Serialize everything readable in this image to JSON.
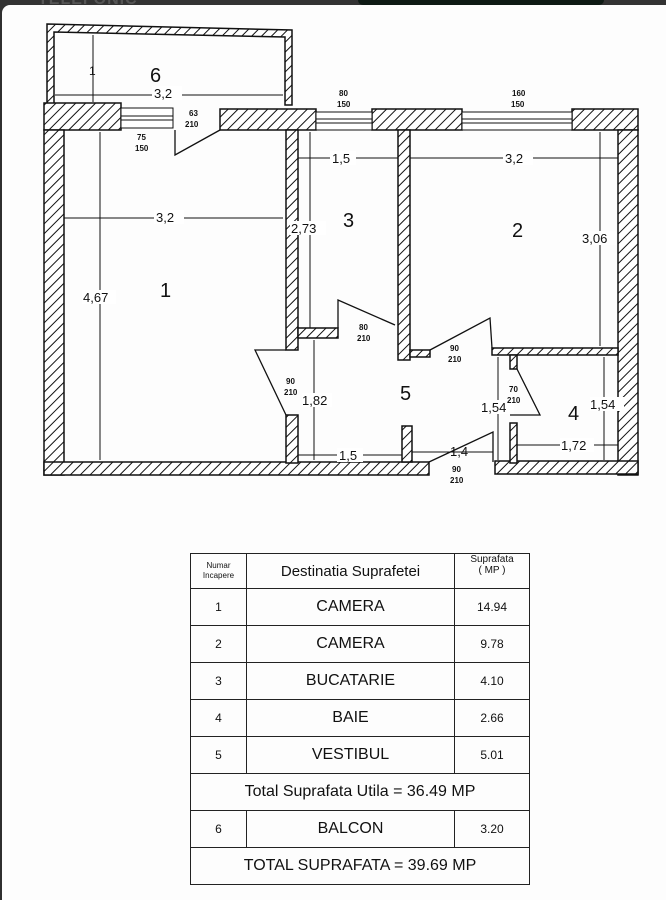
{
  "top_bar": {
    "partial_title": "TELEFONIC"
  },
  "plan": {
    "rooms": {
      "r1": "1",
      "r2": "2",
      "r3": "3",
      "r4": "4",
      "r5": "5",
      "r6": "6"
    },
    "dimensions": {
      "balcony_height": "1",
      "balcony_width": "3,2",
      "room1_width": "3,2",
      "room1_height": "4,67",
      "room3_width": "1,5",
      "room3_height": "2,73",
      "room2_width": "3,2",
      "room2_height": "3,06",
      "hall_height": "1,82",
      "hall_width": "1,5",
      "hall_width2": "1,4",
      "hall_height2": "1,54",
      "room4_height": "1,54",
      "room4_width": "1,72"
    },
    "openings": [
      {
        "top": "63",
        "bottom": "210"
      },
      {
        "top": "75",
        "bottom": "150"
      },
      {
        "top": "80",
        "bottom": "150"
      },
      {
        "top": "160",
        "bottom": "150"
      },
      {
        "top": "80",
        "bottom": "210"
      },
      {
        "top": "90",
        "bottom": "210"
      },
      {
        "top": "90",
        "bottom": "210"
      },
      {
        "top": "70",
        "bottom": "210"
      },
      {
        "top": "90",
        "bottom": "210"
      }
    ]
  },
  "table": {
    "headers": {
      "num": [
        "Numar",
        "Incapere"
      ],
      "dest": "Destinatia Suprafetei",
      "area": [
        "Suprafata",
        "( MP )"
      ]
    },
    "rows": [
      {
        "num": "1",
        "dest": "CAMERA",
        "area": "14.94"
      },
      {
        "num": "2",
        "dest": "CAMERA",
        "area": "9.78"
      },
      {
        "num": "3",
        "dest": "BUCATARIE",
        "area": "4.10"
      },
      {
        "num": "4",
        "dest": "BAIE",
        "area": "2.66"
      },
      {
        "num": "5",
        "dest": "VESTIBUL",
        "area": "5.01"
      }
    ],
    "total_util": "Total Suprafata Utila = 36.49 MP",
    "balcony_row": {
      "num": "6",
      "dest": "BALCON",
      "area": "3.20"
    },
    "total": "TOTAL SUPRAFATA = 39.69 MP"
  }
}
